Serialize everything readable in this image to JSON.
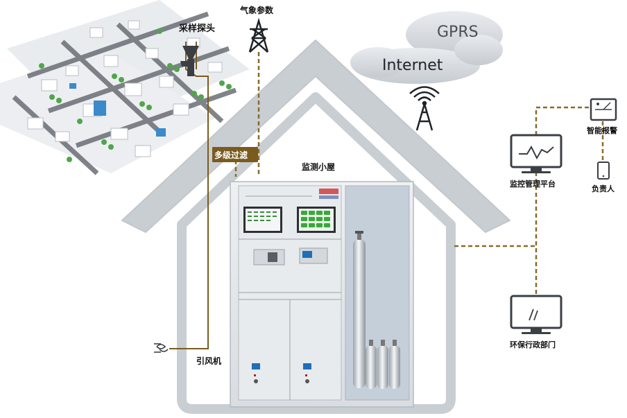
{
  "labels": {
    "sampling_probe": "采样探头",
    "weather_params": "气象参数",
    "multi_filter": "多级过滤",
    "monitoring_house": "监测小屋",
    "induced_fan": "引风机",
    "monitoring_platform": "监控管理平台",
    "smart_alarm": "智能报警",
    "person_in_charge": "负责人",
    "env_department": "环保行政部门",
    "gprs": "GPRS",
    "internet": "Internet"
  },
  "colors": {
    "roof": "#c9ced3",
    "line": "#8a6a2a",
    "filter_box": "#7a5b1e",
    "gas_panel": "#c5cfd9"
  }
}
